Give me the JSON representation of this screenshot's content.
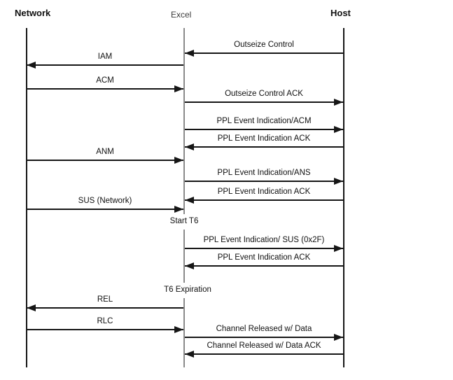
{
  "diagram": {
    "type": "sequence-diagram",
    "background": "#ffffff",
    "colors": {
      "line": "#161616",
      "excel_lifeline": "#8a8a8a",
      "text": "#111111"
    },
    "actors": [
      {
        "id": "network",
        "label": "Network"
      },
      {
        "id": "excel",
        "label": "Excel"
      },
      {
        "id": "host",
        "label": "Host"
      }
    ],
    "messages": [
      {
        "label": "Outseize Control",
        "from": "Host",
        "to": "Excel"
      },
      {
        "label": "IAM",
        "from": "Excel",
        "to": "Network"
      },
      {
        "label": "ACM",
        "from": "Network",
        "to": "Excel"
      },
      {
        "label": "Outseize Control ACK",
        "from": "Excel",
        "to": "Host"
      },
      {
        "label": "PPL Event Indication/ACM",
        "from": "Excel",
        "to": "Host"
      },
      {
        "label": "PPL Event Indication ACK",
        "from": "Host",
        "to": "Excel"
      },
      {
        "label": "ANM",
        "from": "Network",
        "to": "Excel"
      },
      {
        "label": "PPL Event Indication/ANS",
        "from": "Excel",
        "to": "Host"
      },
      {
        "label": "PPL Event Indication ACK",
        "from": "Host",
        "to": "Excel"
      },
      {
        "label": "SUS (Network)",
        "from": "Network",
        "to": "Excel"
      },
      {
        "label": "PPL Event Indication/ SUS (0x2F)",
        "from": "Excel",
        "to": "Host"
      },
      {
        "label": "PPL Event Indication ACK",
        "from": "Host",
        "to": "Excel"
      },
      {
        "label": "REL",
        "from": "Excel",
        "to": "Network"
      },
      {
        "label": "RLC",
        "from": "Network",
        "to": "Excel"
      },
      {
        "label": "Channel Released w/ Data",
        "from": "Excel",
        "to": "Host"
      },
      {
        "label": "Channel Released w/ Data ACK",
        "from": "Host",
        "to": "Excel"
      }
    ],
    "annotations": [
      {
        "label": "Start T6",
        "on": "Excel"
      },
      {
        "label": "T6 Expiration",
        "on": "Excel"
      }
    ]
  }
}
